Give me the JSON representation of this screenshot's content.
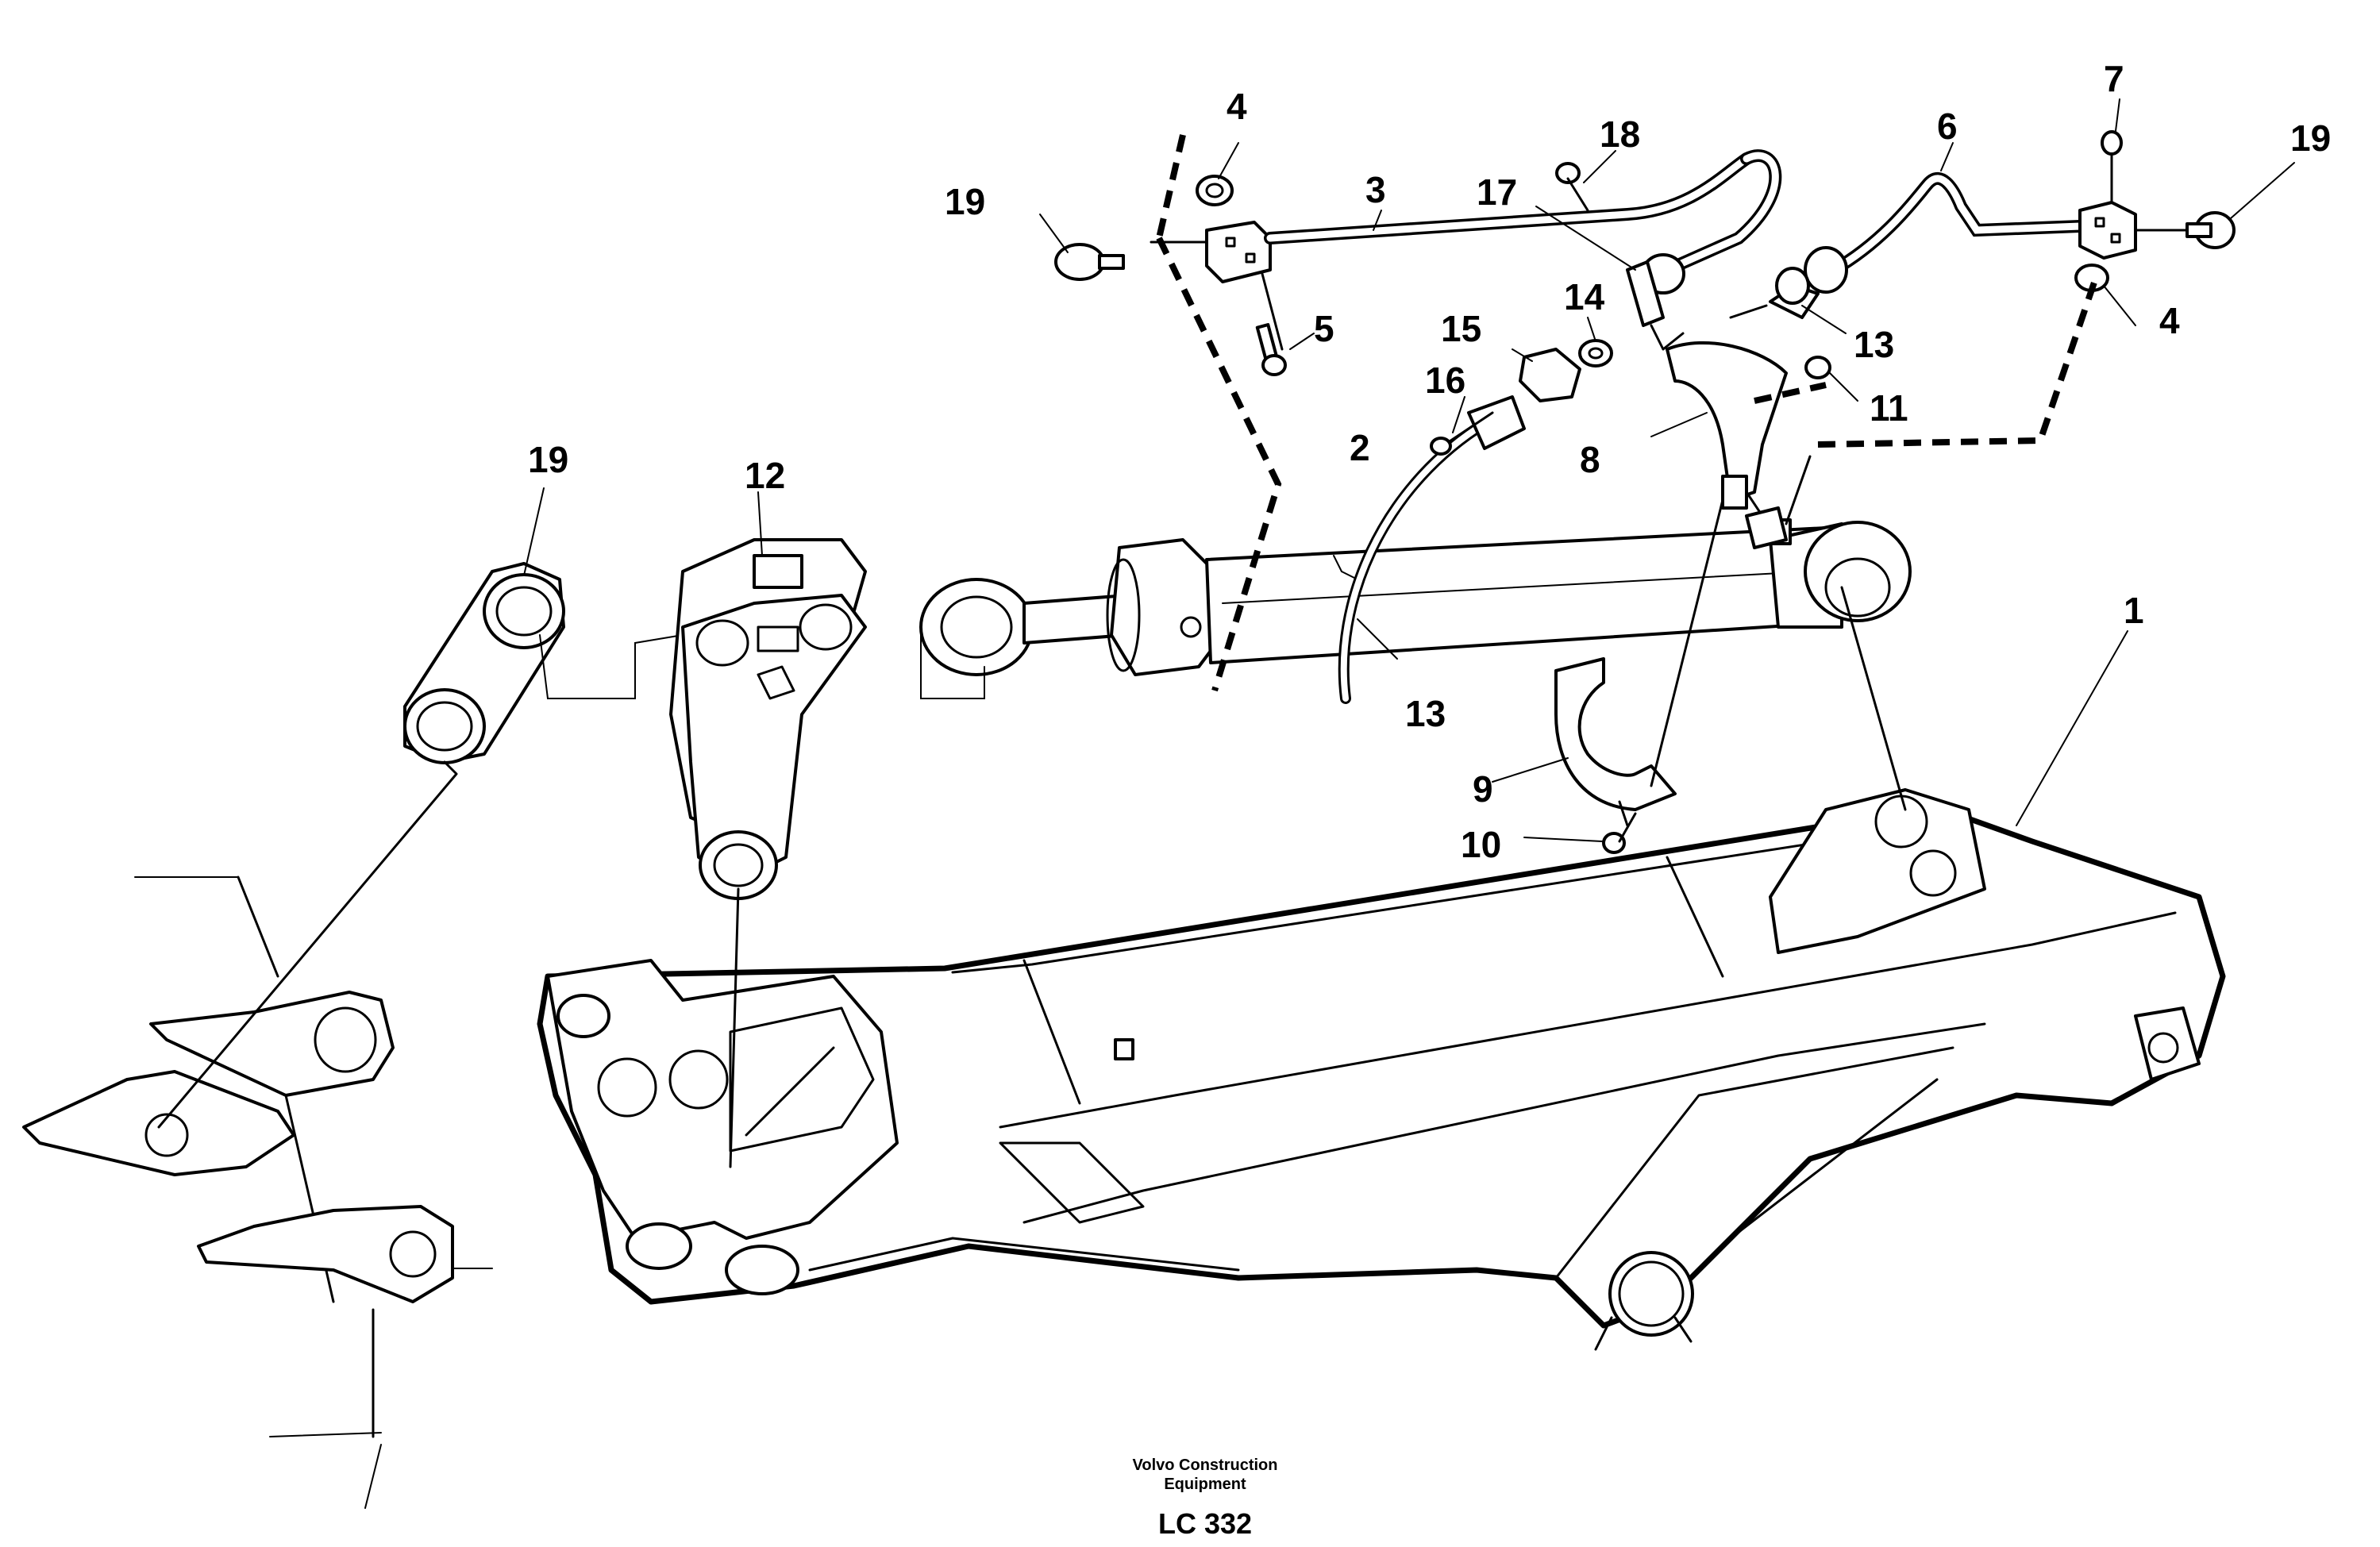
{
  "callouts": {
    "c1": "1",
    "c2": "2",
    "c3": "3",
    "c4a": "4",
    "c4b": "4",
    "c5": "5",
    "c6": "6",
    "c7": "7",
    "c8": "8",
    "c9": "9",
    "c10": "10",
    "c11": "11",
    "c12": "12",
    "c13a": "13",
    "c13b": "13",
    "c14": "14",
    "c15": "15",
    "c16": "16",
    "c17": "17",
    "c18": "18",
    "c19a": "19",
    "c19b": "19",
    "c19c": "19"
  },
  "footer": {
    "company_line1": "Volvo Construction",
    "company_line2": "Equipment",
    "code": "LC 332"
  }
}
